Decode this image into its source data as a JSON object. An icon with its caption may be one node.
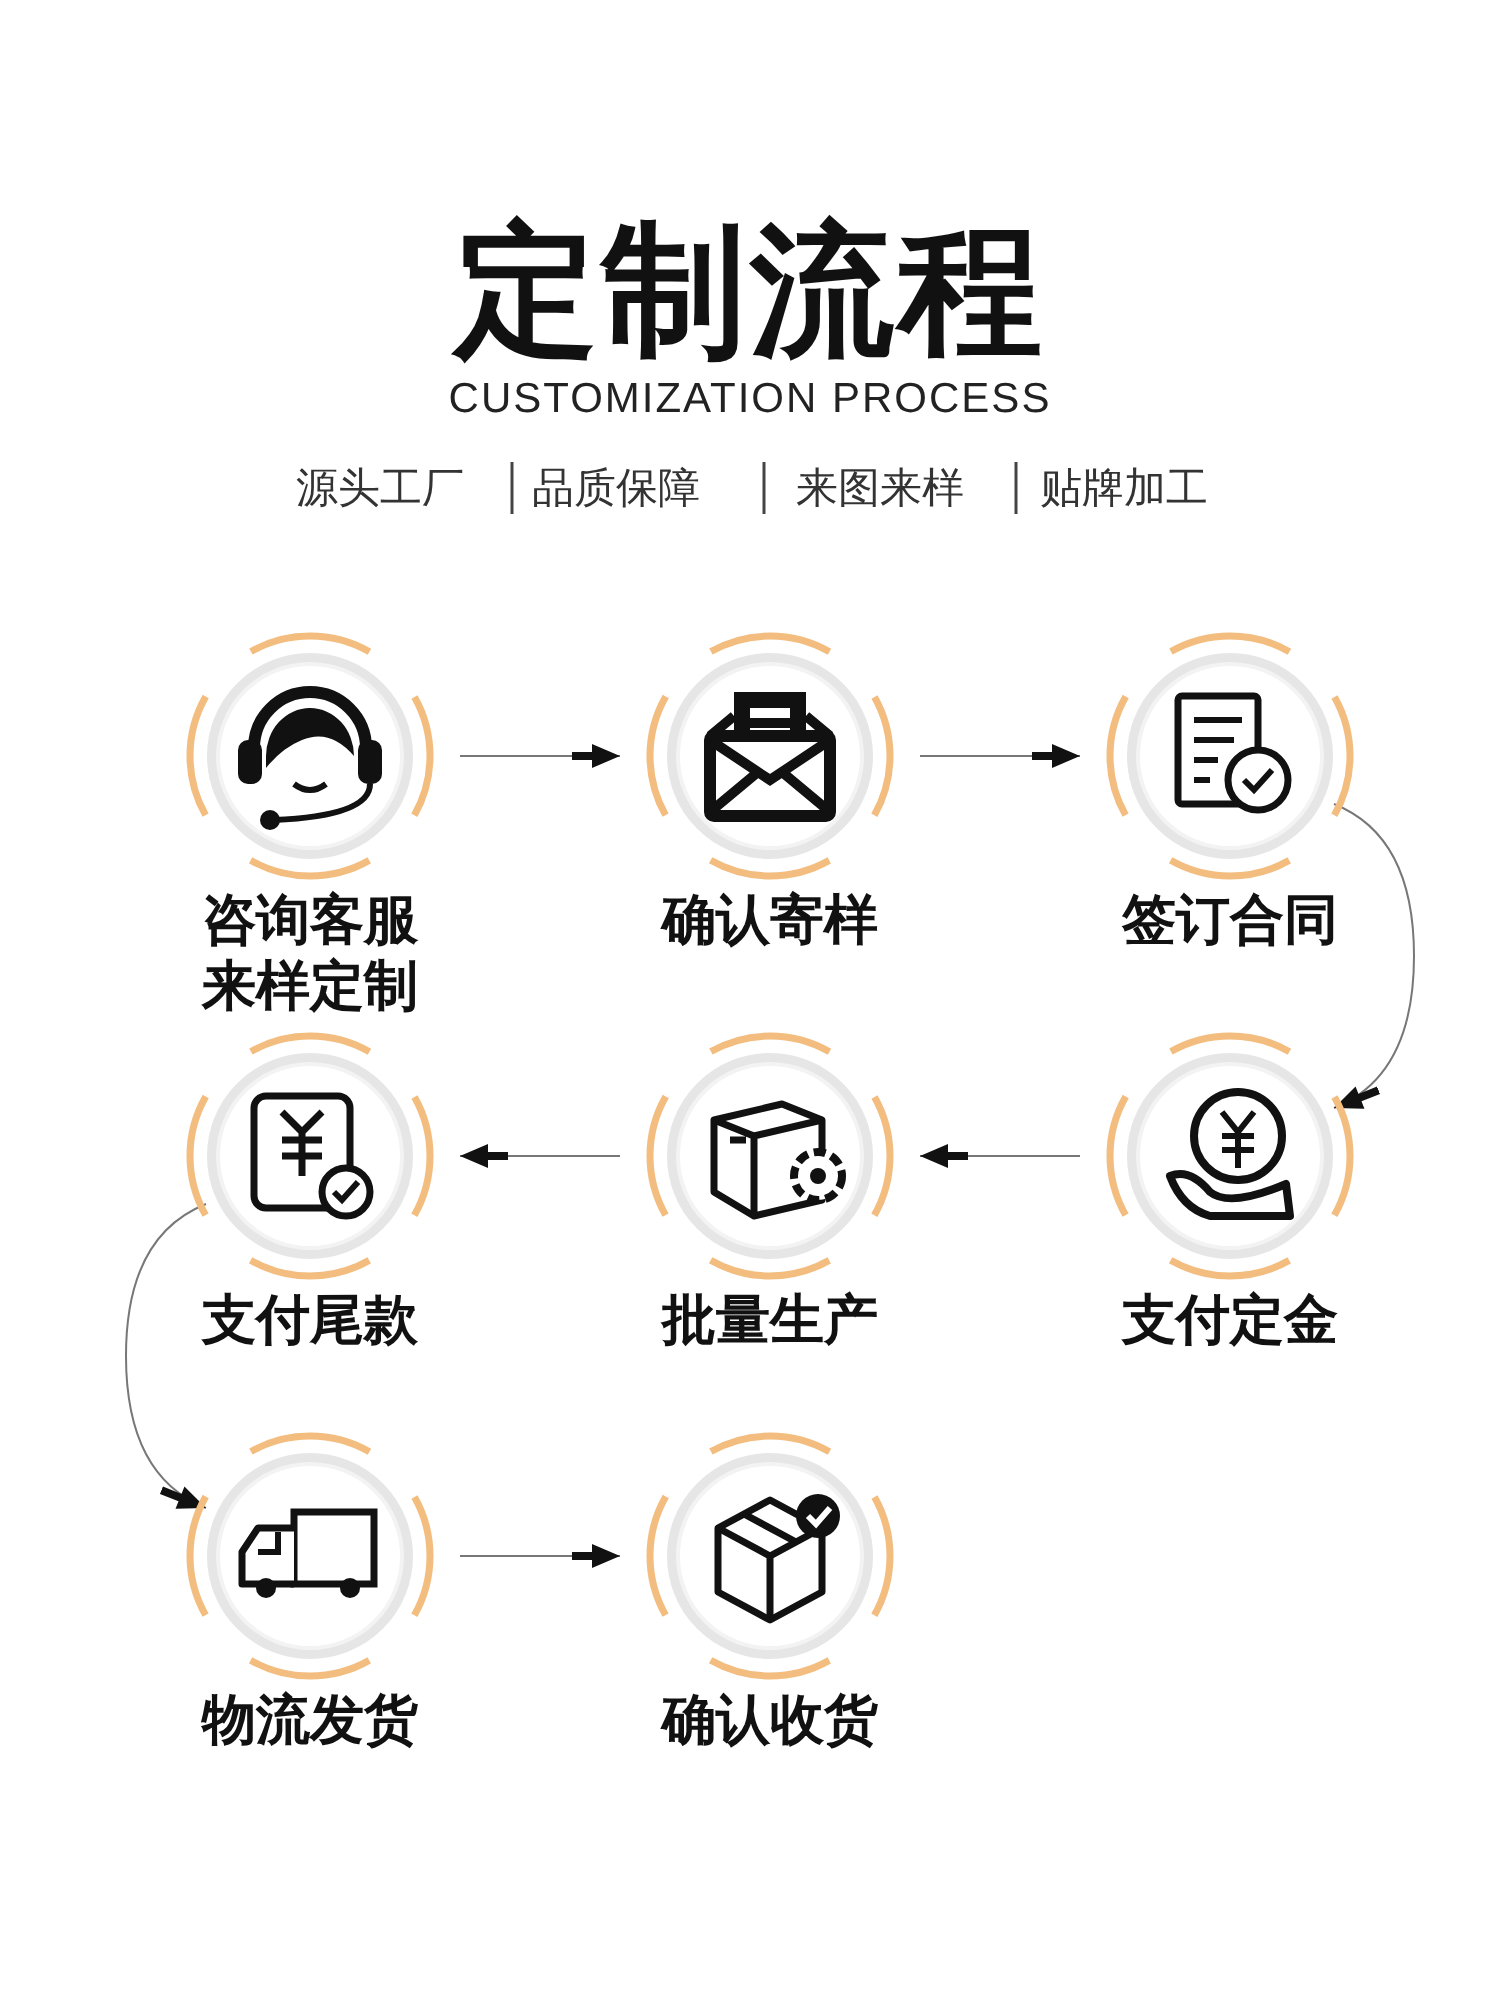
{
  "diagram": {
    "title": "定制流程",
    "nodes": [
      {
        "text": [
          "咨询客服来样定制"
        ]
      },
      {
        "text": [
          "确认寄样"
        ]
      },
      {
        "text": [
          "签订合同"
        ]
      },
      {
        "text": [
          "支付定金"
        ]
      },
      {
        "text": [
          "批量生产"
        ]
      },
      {
        "text": [
          "支付尾款"
        ]
      },
      {
        "text": [
          "物流发货"
        ]
      },
      {
        "text": [
          "确认收货"
        ]
      }
    ],
    "edges": [
      {
        "from": 0,
        "to": 1,
        "arrow": "to"
      },
      {
        "from": 1,
        "to": 2,
        "arrow": "to"
      },
      {
        "from": 2,
        "to": 3,
        "arrow": "to"
      },
      {
        "from": 3,
        "to": 4,
        "arrow": "to"
      },
      {
        "from": 4,
        "to": 5,
        "arrow": "to"
      },
      {
        "from": 5,
        "to": 6,
        "arrow": "to"
      },
      {
        "from": 6,
        "to": 7,
        "arrow": "to"
      }
    ],
    "labels": [
      "CUSTOMIZATION PROCESS",
      "源头工厂",
      "品质保障",
      "来图来样",
      "贴牌加工"
    ]
  }
}
